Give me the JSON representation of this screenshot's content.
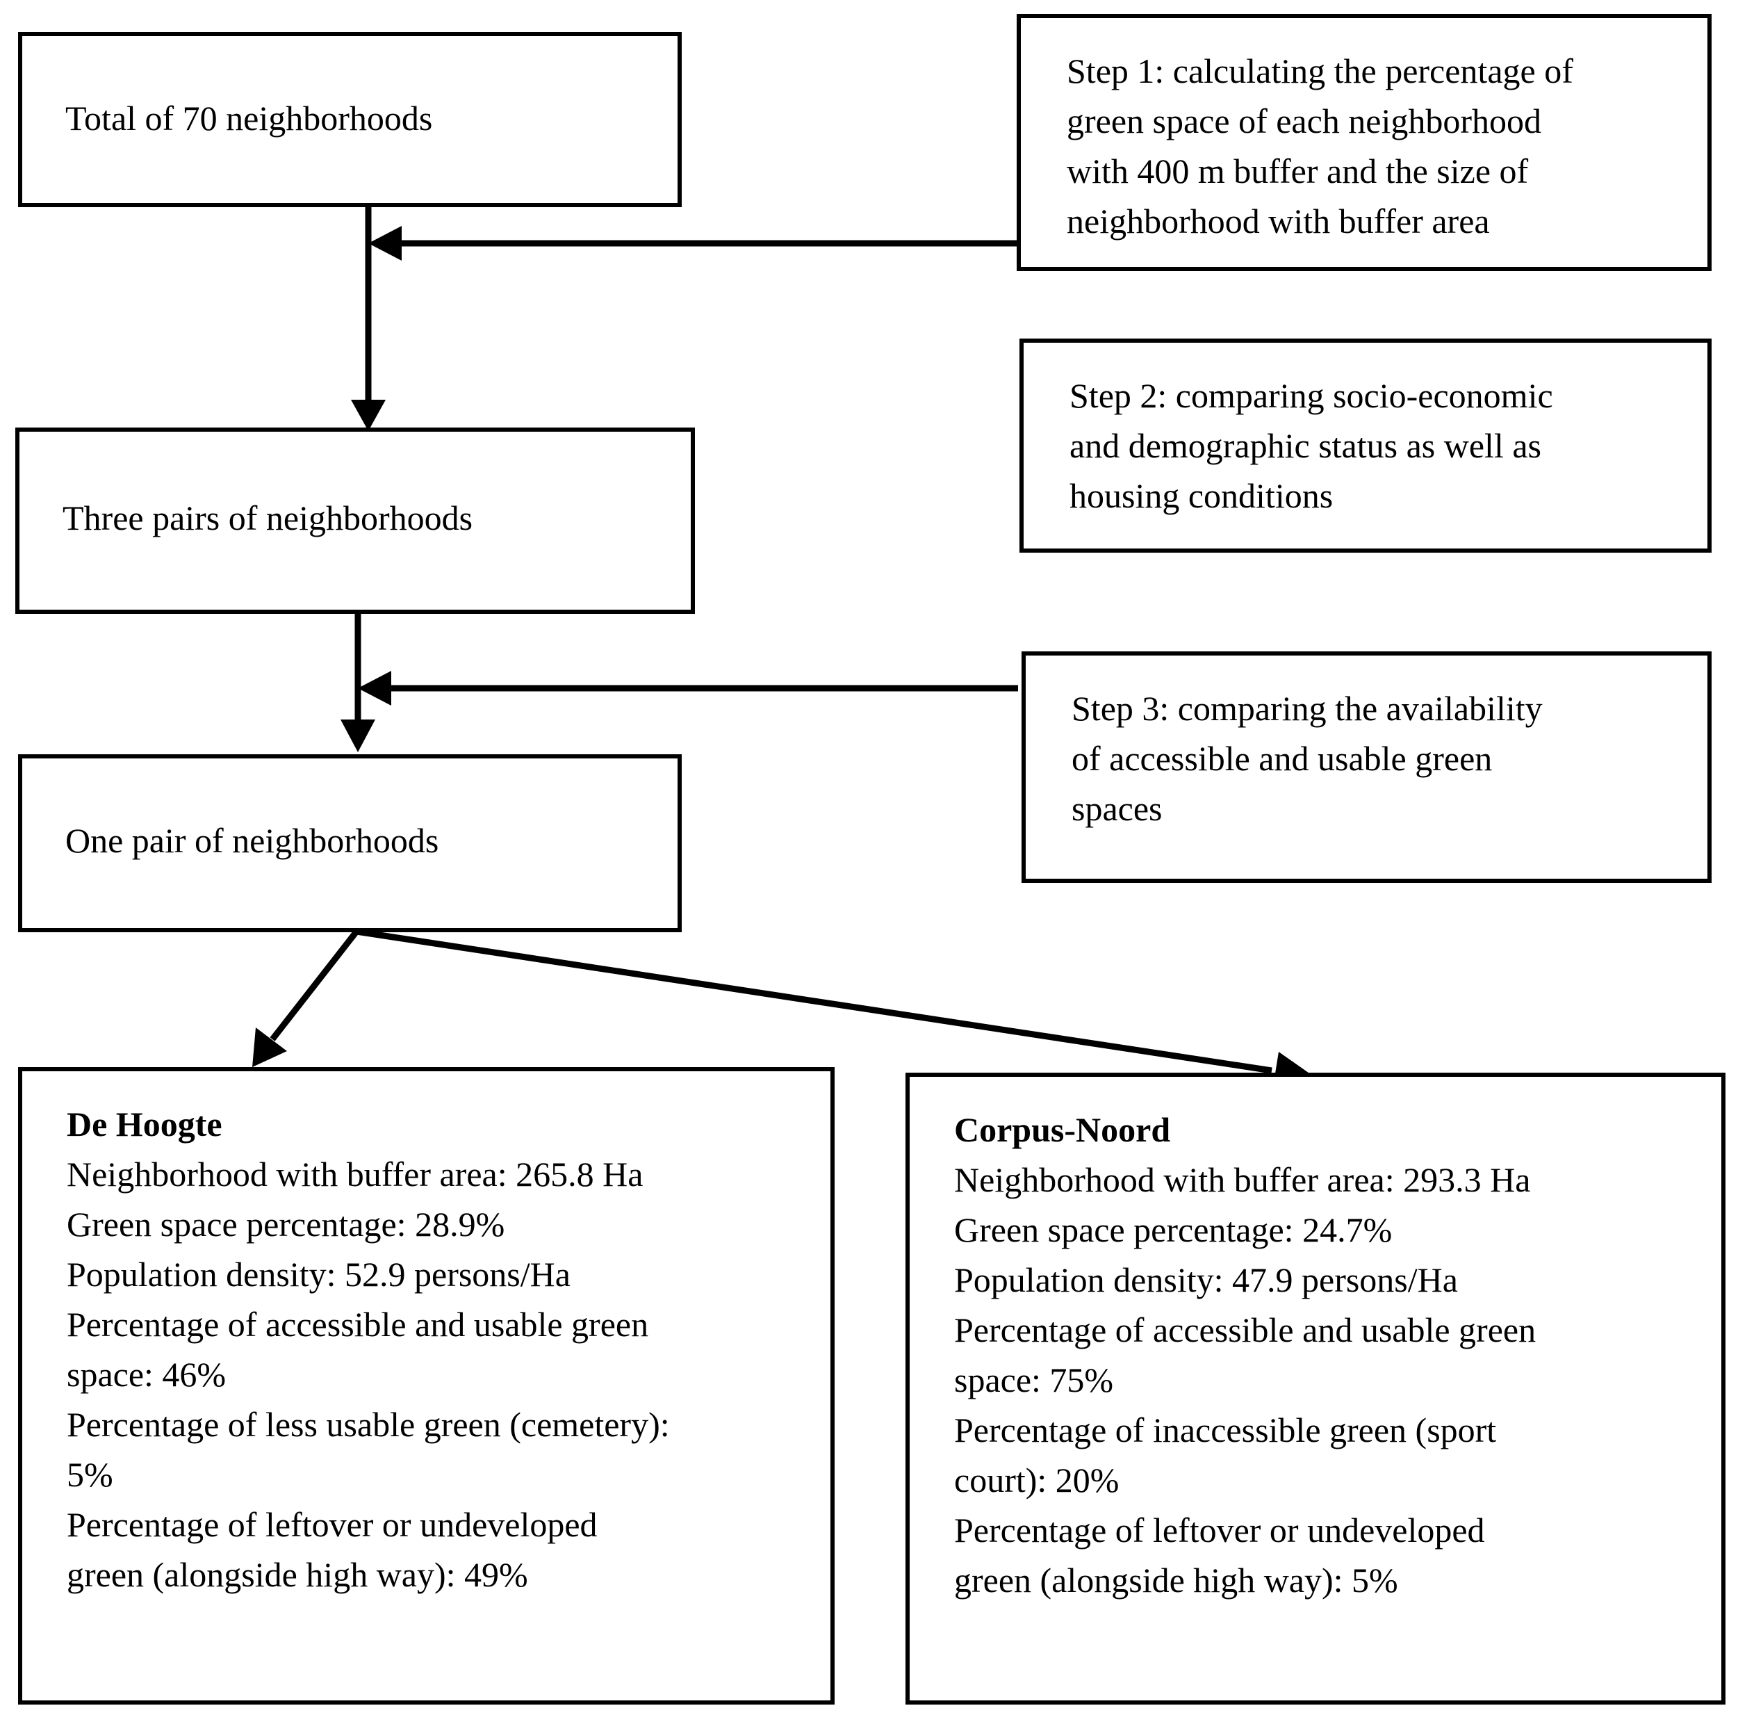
{
  "boxes": {
    "total": "Total of 70 neighborhoods",
    "three_pairs": "Three pairs of neighborhoods",
    "one_pair": "One pair of neighborhoods"
  },
  "steps": {
    "step1": [
      "Step 1: calculating the percentage of",
      "green space of each neighborhood",
      "with 400 m buffer and the size of",
      "neighborhood with buffer area"
    ],
    "step2": [
      "Step 2: comparing socio-economic",
      "and demographic status as well as",
      "housing conditions"
    ],
    "step3": [
      "Step 3: comparing the availability",
      "of accessible and usable green",
      "spaces"
    ]
  },
  "de_hoogte": {
    "title": "De Hoogte",
    "lines": [
      "Neighborhood with buffer area: 265.8 Ha",
      "Green space percentage: 28.9%",
      "Population density: 52.9 persons/Ha",
      "Percentage of accessible and usable green",
      "space: 46%",
      "Percentage of less usable green (cemetery):",
      "5%",
      "Percentage of leftover or undeveloped",
      "green (alongside high way): 49%"
    ]
  },
  "corpus_noord": {
    "title": "Corpus-Noord",
    "lines": [
      "Neighborhood with buffer area: 293.3 Ha",
      "Green space percentage: 24.7%",
      "Population density: 47.9 persons/Ha",
      "Percentage of accessible and usable green",
      "space: 75%",
      "Percentage of inaccessible green (sport",
      "court): 20%",
      "Percentage of leftover or undeveloped",
      "green (alongside high way): 5%"
    ]
  }
}
